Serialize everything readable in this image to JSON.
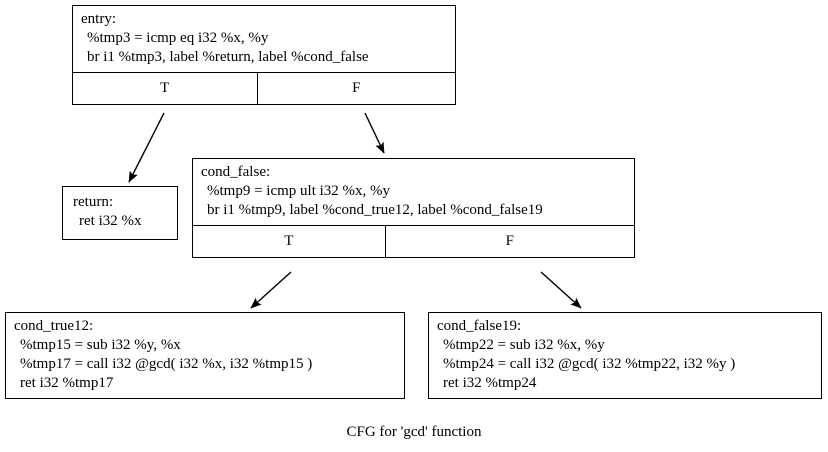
{
  "diagram": {
    "caption": "CFG for 'gcd' function",
    "background_color": "#ffffff",
    "line_color": "#000000",
    "nodes": {
      "entry": {
        "label": "entry:",
        "lines": [
          "%tmp3 = icmp eq i32 %x, %y",
          "br i1 %tmp3, label %return, label %cond_false"
        ],
        "ports": {
          "true": "T",
          "false": "F"
        }
      },
      "return": {
        "label": "return:",
        "lines": [
          "ret i32 %x"
        ]
      },
      "cond_false": {
        "label": "cond_false:",
        "lines": [
          "%tmp9 = icmp ult i32 %x, %y",
          "br i1 %tmp9, label %cond_true12, label %cond_false19"
        ],
        "ports": {
          "true": "T",
          "false": "F"
        }
      },
      "cond_true12": {
        "label": "cond_true12:",
        "lines": [
          "%tmp15 = sub i32 %y, %x",
          "%tmp17 = call i32 @gcd( i32 %x, i32 %tmp15 )",
          "ret i32 %tmp17"
        ]
      },
      "cond_false19": {
        "label": "cond_false19:",
        "lines": [
          "%tmp22 = sub i32 %x, %y",
          "%tmp24 = call i32 @gcd( i32 %tmp22, i32 %y )",
          "ret i32 %tmp24"
        ]
      }
    },
    "edges": [
      {
        "from": "entry",
        "port": "T",
        "to": "return"
      },
      {
        "from": "entry",
        "port": "F",
        "to": "cond_false"
      },
      {
        "from": "cond_false",
        "port": "T",
        "to": "cond_true12"
      },
      {
        "from": "cond_false",
        "port": "F",
        "to": "cond_false19"
      }
    ]
  }
}
